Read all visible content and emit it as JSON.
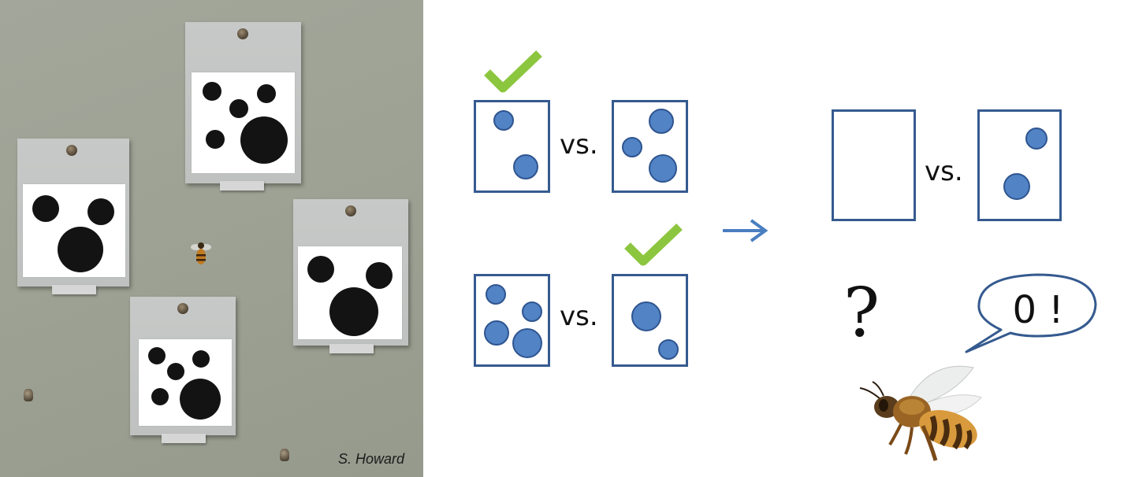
{
  "photo": {
    "credit": "S. Howard"
  },
  "diagram": {
    "vs_label": "vs.",
    "bubble_text": "0 !",
    "question_mark": "?",
    "icons": [
      "check-icon",
      "arrow-right-icon",
      "speech-bubble-icon",
      "bee-illustration"
    ]
  },
  "colors": {
    "box_border": "#355a8f",
    "dot_fill": "#5183c5",
    "check": "#8cc63f",
    "arrow": "#4a7ec0"
  }
}
